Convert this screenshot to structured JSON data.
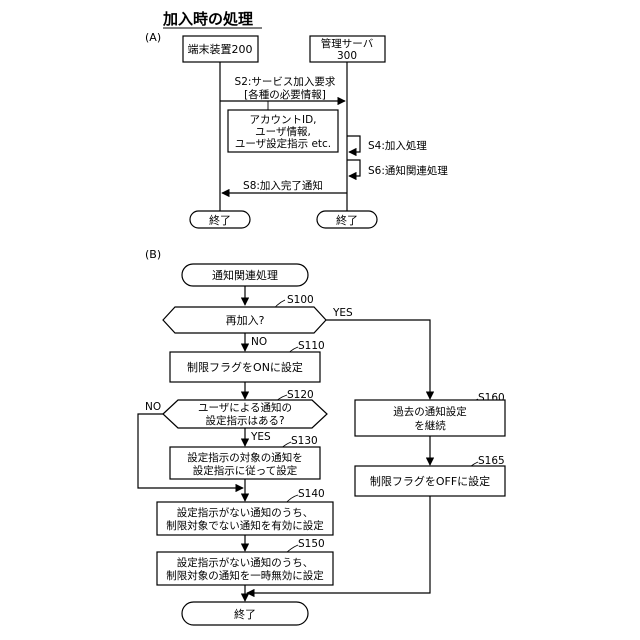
{
  "title": "加入時の処理",
  "partA": {
    "label": "(A)",
    "terminal": "端末装置200",
    "server_line1": "管理サーバ",
    "server_line2": "300",
    "s2_line1": "S2:サービス加入要求",
    "s2_line2": "[各種の必要情報]",
    "info_line1": "アカウントID,",
    "info_line2": "ユーザ情報,",
    "info_line3": "ユーザ設定指示 etc.",
    "s4": "S4:加入処理",
    "s6": "S6:通知関連処理",
    "s8": "S8:加入完了通知",
    "end_left": "終了",
    "end_right": "終了"
  },
  "partB": {
    "label": "(B)",
    "start": "通知関連処理",
    "s100": "S100",
    "q_rejoin": "再加入?",
    "yes1": "YES",
    "no1": "NO",
    "s110": "S110",
    "set_on": "制限フラグをONに設定",
    "s120": "S120",
    "q_user_line1": "ユーザによる通知の",
    "q_user_line2": "設定指示はある?",
    "no2": "NO",
    "yes2": "YES",
    "s130": "S130",
    "b130_line1": "設定指示の対象の通知を",
    "b130_line2": "設定指示に従って設定",
    "s140": "S140",
    "b140_line1": "設定指示がない通知のうち、",
    "b140_line2": "制限対象でない通知を有効に設定",
    "s150": "S150",
    "b150_line1": "設定指示がない通知のうち、",
    "b150_line2": "制限対象の通知を一時無効に設定",
    "s160": "S160",
    "b160_line1": "過去の通知設定",
    "b160_line2": "を継続",
    "s165": "S165",
    "set_off": "制限フラグをOFFに設定",
    "end": "終了"
  }
}
